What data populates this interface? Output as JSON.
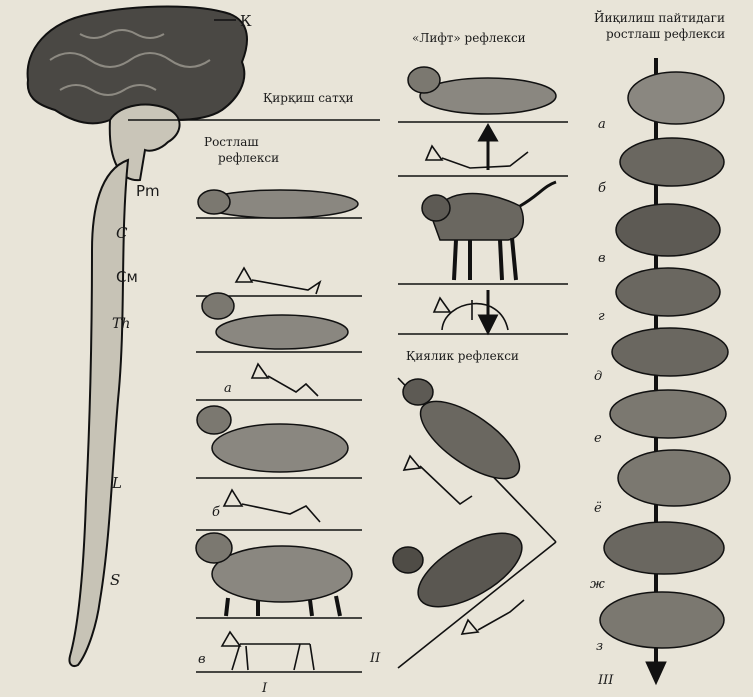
{
  "brain_labels": {
    "k": "К",
    "cut_level": "Қирқиш сатҳи",
    "pm": "Pm",
    "c": "C",
    "cm": "См",
    "th": "Th",
    "l": "L",
    "s": "S"
  },
  "column1": {
    "title_line1": "Ростлаш",
    "title_line2": "рефлекси",
    "sub_a": "а",
    "sub_b": "б",
    "sub_v": "в",
    "roman": "I"
  },
  "column2": {
    "lift_title": "«Лифт» рефлекси",
    "slope_title": "Қиялик рефлекси",
    "roman": "II"
  },
  "column3": {
    "title_line1": "Йиқилиш пайтидаги",
    "title_line2": "ростлаш рефлекси",
    "letters": [
      "а",
      "б",
      "в",
      "г",
      "д",
      "е",
      "ё",
      "ж",
      "з"
    ],
    "roman": "III"
  }
}
